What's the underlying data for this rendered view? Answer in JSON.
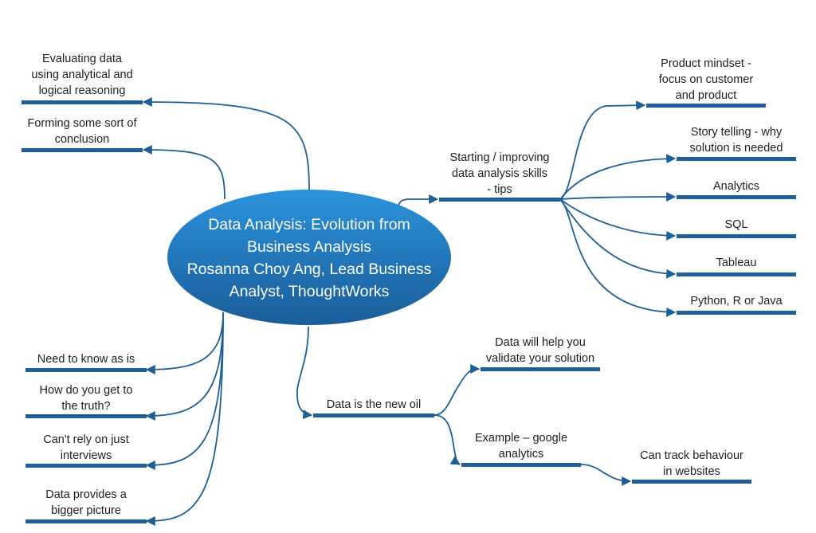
{
  "colors": {
    "line": "#1f5f95",
    "bar": "#1f5f95",
    "ellipse_top": "#2b93dc",
    "ellipse_bottom": "#1a5c98",
    "center_text": "#ffffff",
    "label_text": "#1e1e1e"
  },
  "center": {
    "title": "Data Analysis: Evolution from\nBusiness Analysis\nRosanna Choy Ang, Lead Business\nAnalyst, ThoughtWorks"
  },
  "branches": {
    "left_top": [
      {
        "id": "evaluating",
        "label": "Evaluating data\nusing analytical and\nlogical reasoning"
      },
      {
        "id": "forming",
        "label": "Forming some sort of\nconclusion"
      }
    ],
    "left_bottom": [
      {
        "id": "need-to-know",
        "label": "Need to know as is"
      },
      {
        "id": "truth",
        "label": "How do you get to\nthe truth?"
      },
      {
        "id": "interviews",
        "label": "Can't rely on just\ninterviews"
      },
      {
        "id": "bigger-picture",
        "label": "Data provides a\nbigger picture"
      }
    ],
    "skills": {
      "label": "Starting / improving\ndata analysis skills\n- tips",
      "children": [
        {
          "id": "product-mindset",
          "label": "Product mindset -\nfocus on customer\nand product"
        },
        {
          "id": "story-telling",
          "label": "Story telling - why\nsolution is needed"
        },
        {
          "id": "analytics",
          "label": "Analytics"
        },
        {
          "id": "sql",
          "label": "SQL"
        },
        {
          "id": "tableau",
          "label": "Tableau"
        },
        {
          "id": "languages",
          "label": "Python, R or Java"
        }
      ]
    },
    "oil": {
      "label": "Data is the new oil",
      "children": [
        {
          "id": "validate",
          "label": "Data will help you\nvalidate your solution"
        },
        {
          "id": "google-analytics",
          "label": "Example – google\nanalytics"
        }
      ],
      "grandchild": {
        "id": "track",
        "label": "Can track behaviour\nin websites"
      }
    }
  }
}
